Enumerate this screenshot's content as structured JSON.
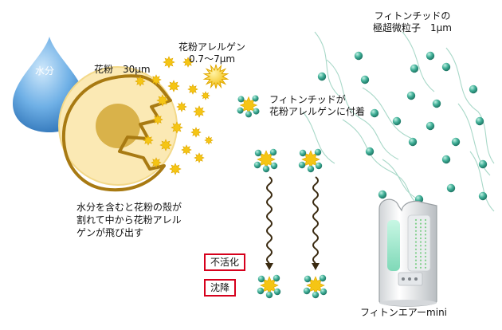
{
  "labels": {
    "water": "水分",
    "pollen_size": "花粉　30μm",
    "allergen_title": [
      "花粉アレルゲン",
      "0.7～7μm"
    ],
    "phytoncide_particle": [
      "フィトンチッドの",
      "極超微粒子　1μm"
    ],
    "attach": [
      "フィトンチッドが",
      "花粉アレルゲンに付着"
    ],
    "burst": [
      "水分を含むと花粉の殻が",
      "割れて中から花粉アレル",
      "ゲンが飛び出す"
    ],
    "inactivation": "不活化",
    "settling": "沈降",
    "product": "フィトンエアーmini"
  },
  "colors": {
    "water_drop": "#3f8fd0",
    "pollen_fill": "#fbe9b4",
    "pollen_shell": "#a87a12",
    "pollen_core": "#d9b24a",
    "allergen": "#f5c514",
    "phytoncide": "#2a9b86",
    "arrow": "#3a2a10",
    "box_border": "#d6001c",
    "wind": "#a8d8c8"
  },
  "icons": {
    "drop": "water-drop-icon",
    "pollen": "pollen-grain-icon",
    "allergen": "star-particle-icon",
    "phytoncide": "teal-sphere-icon",
    "device": "humidifier-icon"
  }
}
